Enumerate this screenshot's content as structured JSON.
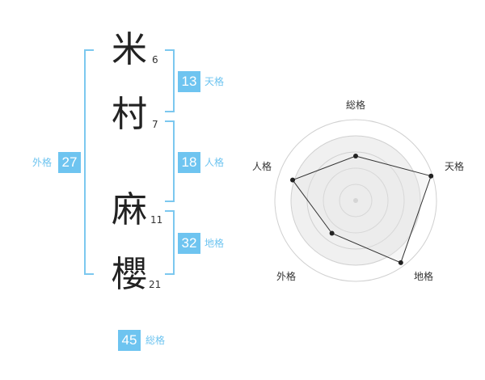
{
  "name": {
    "chars": [
      {
        "char": "米",
        "strokes": "6"
      },
      {
        "char": "村",
        "strokes": "7"
      },
      {
        "char": "麻",
        "strokes": "11"
      },
      {
        "char": "櫻",
        "strokes": "21"
      }
    ]
  },
  "scores": {
    "tenkaku": {
      "value": "13",
      "label": "天格"
    },
    "jinkaku": {
      "value": "18",
      "label": "人格"
    },
    "chikaku": {
      "value": "32",
      "label": "地格"
    },
    "gaikaku": {
      "value": "27",
      "label": "外格"
    },
    "soukaku": {
      "value": "45",
      "label": "総格"
    }
  },
  "colors": {
    "accent": "#6ec4f0",
    "bracket": "#7cc8ef",
    "radar_fill": "#f0f0f0",
    "radar_ring": "#d0d0d0",
    "radar_line": "#333333"
  },
  "chart_data": {
    "type": "radar",
    "axes": [
      "総格",
      "天格",
      "地格",
      "外格",
      "人格"
    ],
    "values": [
      0.55,
      0.98,
      0.95,
      0.5,
      0.82
    ],
    "range": [
      0,
      1
    ],
    "grid": true
  }
}
